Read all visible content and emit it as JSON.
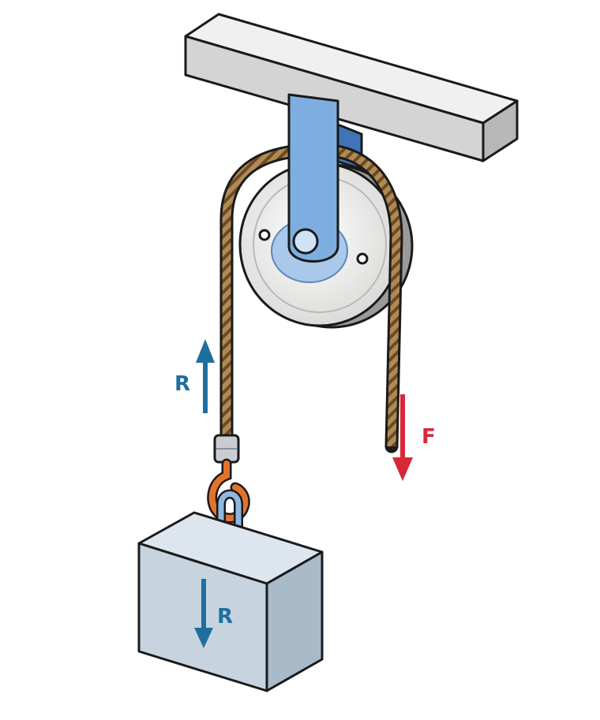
{
  "labels": {
    "rope_tension": "R",
    "applied_force": "F",
    "load_weight": "R"
  },
  "colors": {
    "tension_arrow": "#1f6f9e",
    "force_arrow": "#d62839",
    "bracket": "#6fa3d6",
    "beam": "#d9d9d9",
    "rope": "#a8804e",
    "hook": "#e3732b",
    "box": "#c5d3de"
  }
}
